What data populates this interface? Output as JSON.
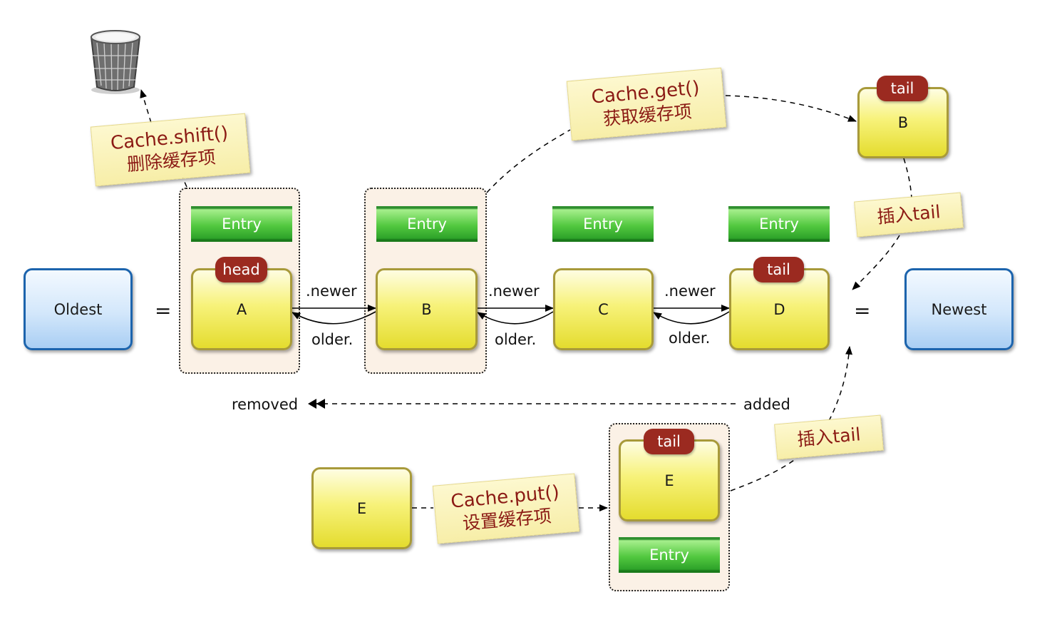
{
  "ends": {
    "oldest": "Oldest",
    "newest": "Newest",
    "equals": "="
  },
  "entry_label": "Entry",
  "list": {
    "nodes": [
      {
        "id": "A",
        "label": "A",
        "badge": "head"
      },
      {
        "id": "B",
        "label": "B",
        "badge": ""
      },
      {
        "id": "C",
        "label": "C",
        "badge": ""
      },
      {
        "id": "D",
        "label": "D",
        "badge": "tail"
      }
    ],
    "newer": ".newer",
    "older": "older."
  },
  "get_result": {
    "label": "B",
    "badge": "tail"
  },
  "put": {
    "new_node": "E",
    "inserted_node": "E",
    "badge": "tail"
  },
  "notes": {
    "shift": {
      "line1": "Cache.shift()",
      "line2": "删除缓存项"
    },
    "get": {
      "line1": "Cache.get()",
      "line2": "获取缓存项"
    },
    "put": {
      "line1": "Cache.put()",
      "line2": "设置缓存项"
    },
    "insert_top": "插入tail",
    "insert_bottom": "插入tail"
  },
  "timeline": {
    "removed": "removed",
    "added": "added"
  },
  "icons": {
    "trash": "trash-can-icon"
  },
  "colors": {
    "node_yellow": "#f7f27a",
    "node_border": "#a89a3a",
    "end_blue": "#d3e7fb",
    "end_border": "#1c64ad",
    "badge_red": "#9b2a20",
    "entry_green": "#52c83f",
    "note_text": "#8b1a14",
    "group_bg": "#fbf1e6"
  }
}
